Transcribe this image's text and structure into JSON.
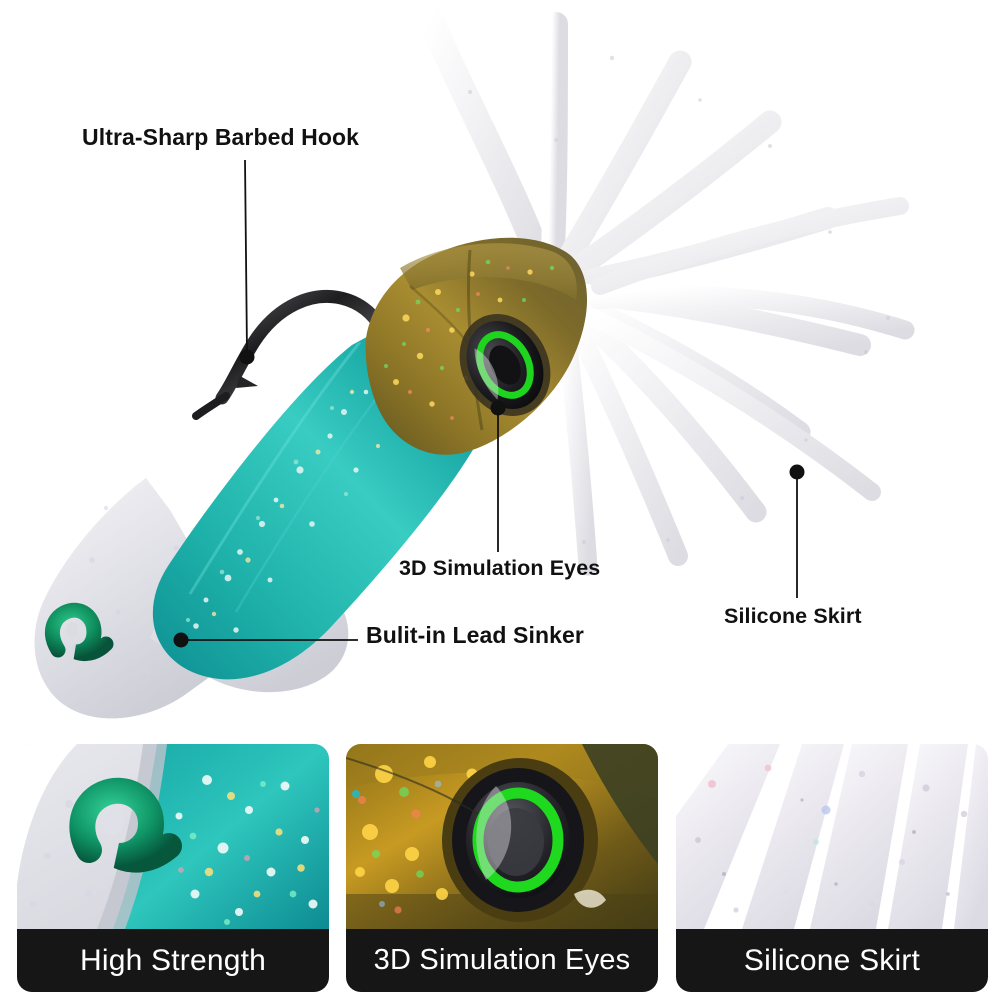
{
  "product": {
    "type": "squid-jig-fishing-lure",
    "body_color": "#1fb3ab",
    "head_color": "#8a7326",
    "skirt_color": "#ececf0",
    "eye_ring_color": "#1fd41f",
    "sinker_ring_color": "#0f8f5e",
    "hook_color": "#2b2b2b"
  },
  "callouts": [
    {
      "id": "hook",
      "label": "Ultra-Sharp Barbed Hook"
    },
    {
      "id": "eyes",
      "label": "3D Simulation Eyes"
    },
    {
      "id": "sinker",
      "label": "Bulit-in Lead Sinker"
    },
    {
      "id": "skirt",
      "label": "Silicone Skirt"
    }
  ],
  "cards": [
    {
      "id": "high-strength",
      "caption": "High Strength"
    },
    {
      "id": "3d-simulation-eyes",
      "caption": "3D Simulation Eyes"
    },
    {
      "id": "silicone-skirt",
      "caption": "Silicone Skirt"
    }
  ]
}
